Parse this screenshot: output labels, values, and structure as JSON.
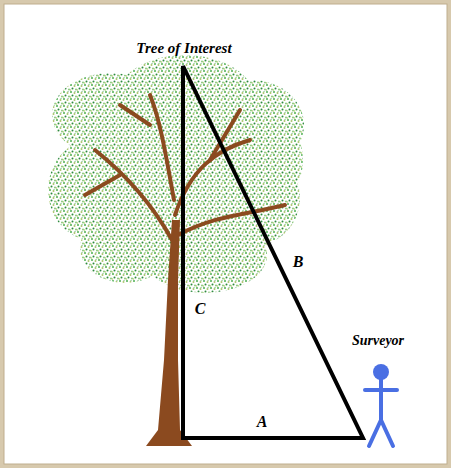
{
  "diagram": {
    "labels": [
      "Tree of Interest",
      "B",
      "C",
      "Surveyor",
      "A"
    ]
  }
}
